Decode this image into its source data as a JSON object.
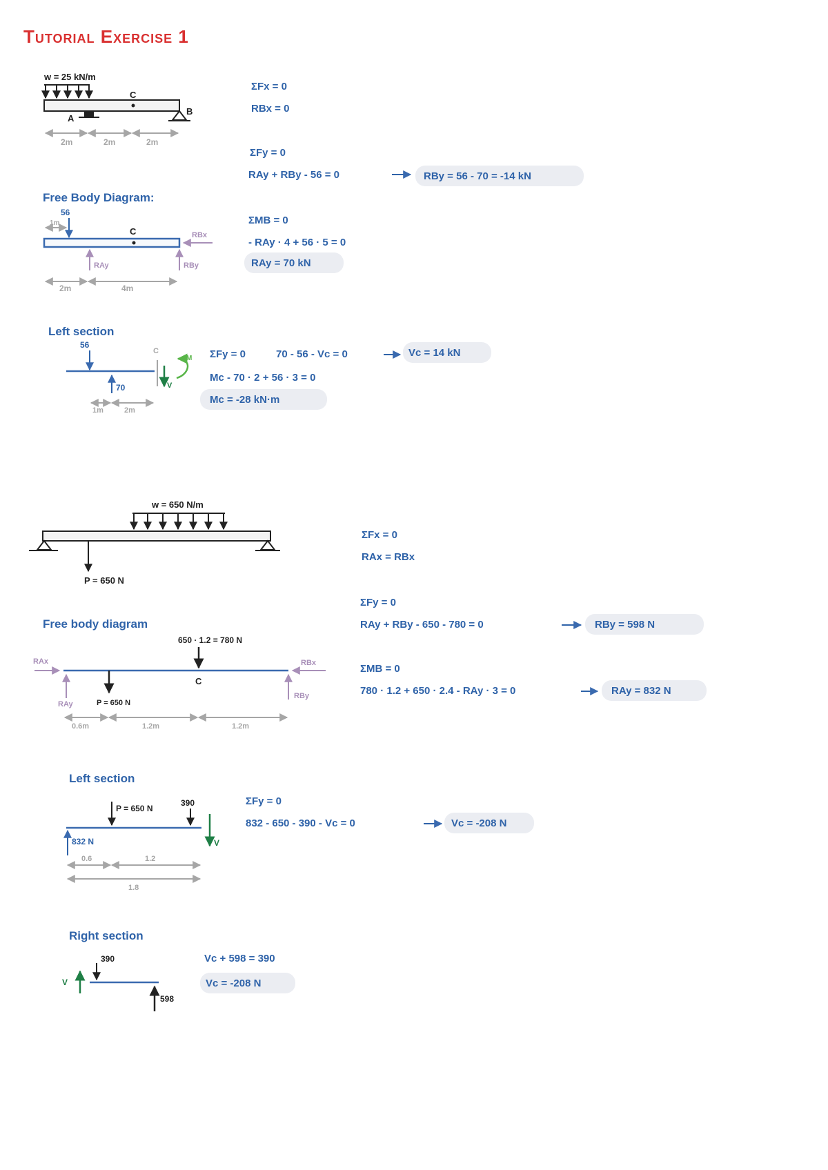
{
  "colors": {
    "title": "#d93030",
    "eq": "#2f63a9",
    "beam": "#3a6aaf",
    "reaction": "#a88fb8",
    "dim": "#a6a6a6",
    "ink": "#222222",
    "green": "#1f7f46",
    "lightgreen": "#58b548",
    "highlight": "#ebedf2"
  },
  "title": "Tutorial Exercise 1",
  "ex1": {
    "load_label": "w = 25 kN/m",
    "label_A": "A",
    "label_B": "B",
    "label_C": "C",
    "dims": [
      "2m",
      "2m",
      "2m"
    ],
    "fbd_title": "Free Body Diagram:",
    "fbd_load": "56",
    "fbd_dim_small": "1m",
    "fbd_rbx": "RBx",
    "fbd_ray": "RAy",
    "fbd_rby": "RBy",
    "fbd_dims": [
      "2m",
      "4m"
    ],
    "eq": [
      "ΣFx = 0",
      "RBx = 0",
      "ΣFy = 0",
      "RAy + RBy - 56 = 0",
      "RBy = 56 - 70 = -14 kN",
      "ΣMB = 0",
      "- RAy · 4 + 56 · 5 = 0",
      "RAy = 70 kN"
    ],
    "left_title": "Left section",
    "left_load": "56",
    "left_ray": "70",
    "left_C": "C",
    "left_M": "M",
    "left_V": "V",
    "left_dims": [
      "1m",
      "2m"
    ],
    "left_eq": [
      "ΣFy = 0",
      "70 - 56 - Vc = 0",
      "Vc = 14 kN",
      "Mc - 70 · 2 + 56 · 3 = 0",
      "Mc = -28 kN·m"
    ]
  },
  "ex2": {
    "load_label": "w = 650 N/m",
    "p_label": "P = 650 N",
    "eq": [
      "ΣFx = 0",
      "RAx = RBx",
      "ΣFy = 0",
      "RAy + RBy - 650 - 780 = 0",
      "RBy = 598 N",
      "ΣMB = 0",
      "780 · 1.2 + 650 · 2.4 - RAy · 3 = 0",
      "RAy = 832 N"
    ],
    "fbd_title": "Free body diagram",
    "fbd_load": "650 · 1.2 = 780 N",
    "fbd_C": "C",
    "fbd_rax": "RAx",
    "fbd_rbx": "RBx",
    "fbd_ray": "RAy",
    "fbd_rby": "RBy",
    "fbd_p": "P = 650 N",
    "fbd_dims": [
      "0.6m",
      "1.2m",
      "1.2m"
    ],
    "left_title": "Left section",
    "left_p": "P = 650 N",
    "left_w": "390",
    "left_ray": "832 N",
    "left_V": "V",
    "left_dims": [
      "0.6",
      "1.2",
      "1.8"
    ],
    "left_eq": [
      "ΣFy = 0",
      "832 - 650 - 390 - Vc = 0",
      "Vc = -208 N"
    ],
    "right_title": "Right section",
    "right_w": "390",
    "right_rby": "598",
    "right_V": "V",
    "right_eq": [
      "Vc + 598 = 390",
      "Vc = -208 N"
    ]
  }
}
